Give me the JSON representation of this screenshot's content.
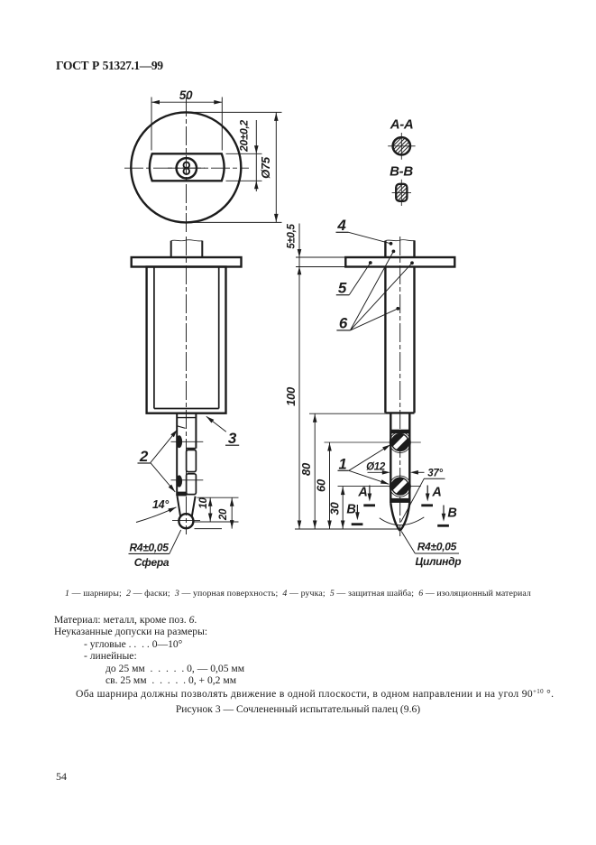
{
  "page": {
    "standard_code": "ГОСТ Р 51327.1—99",
    "page_number": "54"
  },
  "figure": {
    "legend": {
      "items": [
        {
          "num": "1",
          "label": "шарниры"
        },
        {
          "num": "2",
          "label": "фаски"
        },
        {
          "num": "3",
          "label": "упорная поверхность"
        },
        {
          "num": "4",
          "label": "ручка"
        },
        {
          "num": "5",
          "label": "защитная шайба"
        },
        {
          "num": "6",
          "label": "изоляционный материал"
        }
      ],
      "dash": " — ",
      "separator": ";  "
    },
    "notes": {
      "material_prefix": "Материал: металл, кроме поз. ",
      "material_pos": "6",
      "material_suffix": ".",
      "tolerances_intro": "Неуказанные допуски на размеры:",
      "angular": "- угловые . .  . . 0—10°",
      "linear_intro": "- линейные:",
      "linear_upto": "до 25 мм  .  .  .  .  . 0, — 0,05 мм",
      "linear_over": "св. 25 мм  .  .  .  .  . 0, + 0,2 мм",
      "hinges_prefix": "Оба шарнира должны позволять движение в одной плоскости, в одном направлении и на угол 90",
      "hinges_sup": "+10",
      "hinges_suffix": " °."
    },
    "title": "Рисунок 3 — Сочлененный испытательный палец (9.6)"
  },
  "drawing": {
    "dims": {
      "slot_width": "50",
      "slot_height": "20±0,2",
      "disc_diameter": "Ø75",
      "washer_thickness": "5±0,5",
      "overall_length": "100",
      "finger_length": "80",
      "joint1_to_tip": "60",
      "joint2_to_tip": "30",
      "finger_diameter": "Ø12",
      "tip_angle": "37°",
      "taper_angle": "14°",
      "tip_dim_10": "10",
      "tip_dim_20": "20"
    },
    "callouts": {
      "sphere_radius": "R4±0,05",
      "sphere_label": "Сфера",
      "cylinder_radius": "R4±0,05",
      "cylinder_label": "Цилиндр"
    },
    "sections": {
      "aa_title": "А-А",
      "bb_title": "В-В",
      "a_letter": "А",
      "b_letter": "В"
    },
    "part_labels": {
      "p1": "1",
      "p2": "2",
      "p3": "3",
      "p4": "4",
      "p5": "5",
      "p6": "6"
    }
  }
}
